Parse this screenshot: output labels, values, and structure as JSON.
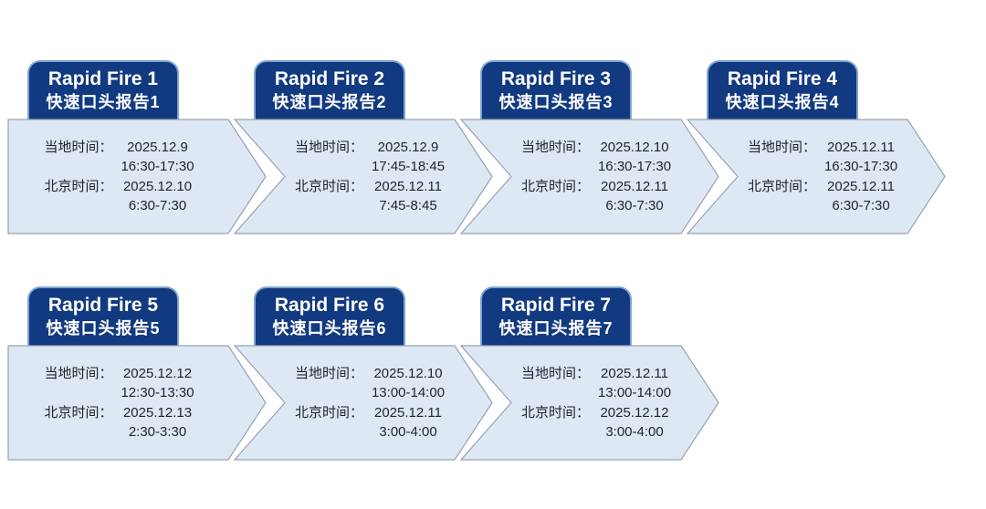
{
  "page": {
    "background": "#ffffff"
  },
  "labels": {
    "local_time": "当地时间：",
    "beijing_time": "北京时间："
  },
  "colors": {
    "badge_bg": "#123a80",
    "badge_border": "#7fa6d2",
    "badge_text": "#ffffff",
    "body_bg": "#dee8f4",
    "body_border": "#98a2b0",
    "body_text": "#1f2329"
  },
  "sessions": [
    {
      "title_en": "Rapid Fire 1",
      "title_zh": "快速口头报告1",
      "local_date": "2025.12.9",
      "local_hours": "16:30-17:30",
      "beijing_date": "2025.12.10",
      "beijing_hours": "6:30-7:30",
      "row": 0,
      "col": 0,
      "notched": false
    },
    {
      "title_en": "Rapid Fire 2",
      "title_zh": "快速口头报告2",
      "local_date": "2025.12.9",
      "local_hours": "17:45-18:45",
      "beijing_date": "2025.12.11",
      "beijing_hours": "7:45-8:45",
      "row": 0,
      "col": 1,
      "notched": true
    },
    {
      "title_en": "Rapid Fire 3",
      "title_zh": "快速口头报告3",
      "local_date": "2025.12.10",
      "local_hours": "16:30-17:30",
      "beijing_date": "2025.12.11",
      "beijing_hours": "6:30-7:30",
      "row": 0,
      "col": 2,
      "notched": true
    },
    {
      "title_en": "Rapid Fire 4",
      "title_zh": "快速口头报告4",
      "local_date": "2025.12.11",
      "local_hours": "16:30-17:30",
      "beijing_date": "2025.12.11",
      "beijing_hours": "6:30-7:30",
      "row": 0,
      "col": 3,
      "notched": true
    },
    {
      "title_en": "Rapid Fire 5",
      "title_zh": "快速口头报告5",
      "local_date": "2025.12.12",
      "local_hours": "12:30-13:30",
      "beijing_date": "2025.12.13",
      "beijing_hours": "2:30-3:30",
      "row": 1,
      "col": 0,
      "notched": false
    },
    {
      "title_en": "Rapid Fire 6",
      "title_zh": "快速口头报告6",
      "local_date": "2025.12.10",
      "local_hours": "13:00-14:00",
      "beijing_date": "2025.12.11",
      "beijing_hours": "3:00-4:00",
      "row": 1,
      "col": 1,
      "notched": true
    },
    {
      "title_en": "Rapid Fire 7",
      "title_zh": "快速口头报告7",
      "local_date": "2025.12.11",
      "local_hours": "13:00-14:00",
      "beijing_date": "2025.12.12",
      "beijing_hours": "3:00-4:00",
      "row": 1,
      "col": 2,
      "notched": true
    }
  ]
}
